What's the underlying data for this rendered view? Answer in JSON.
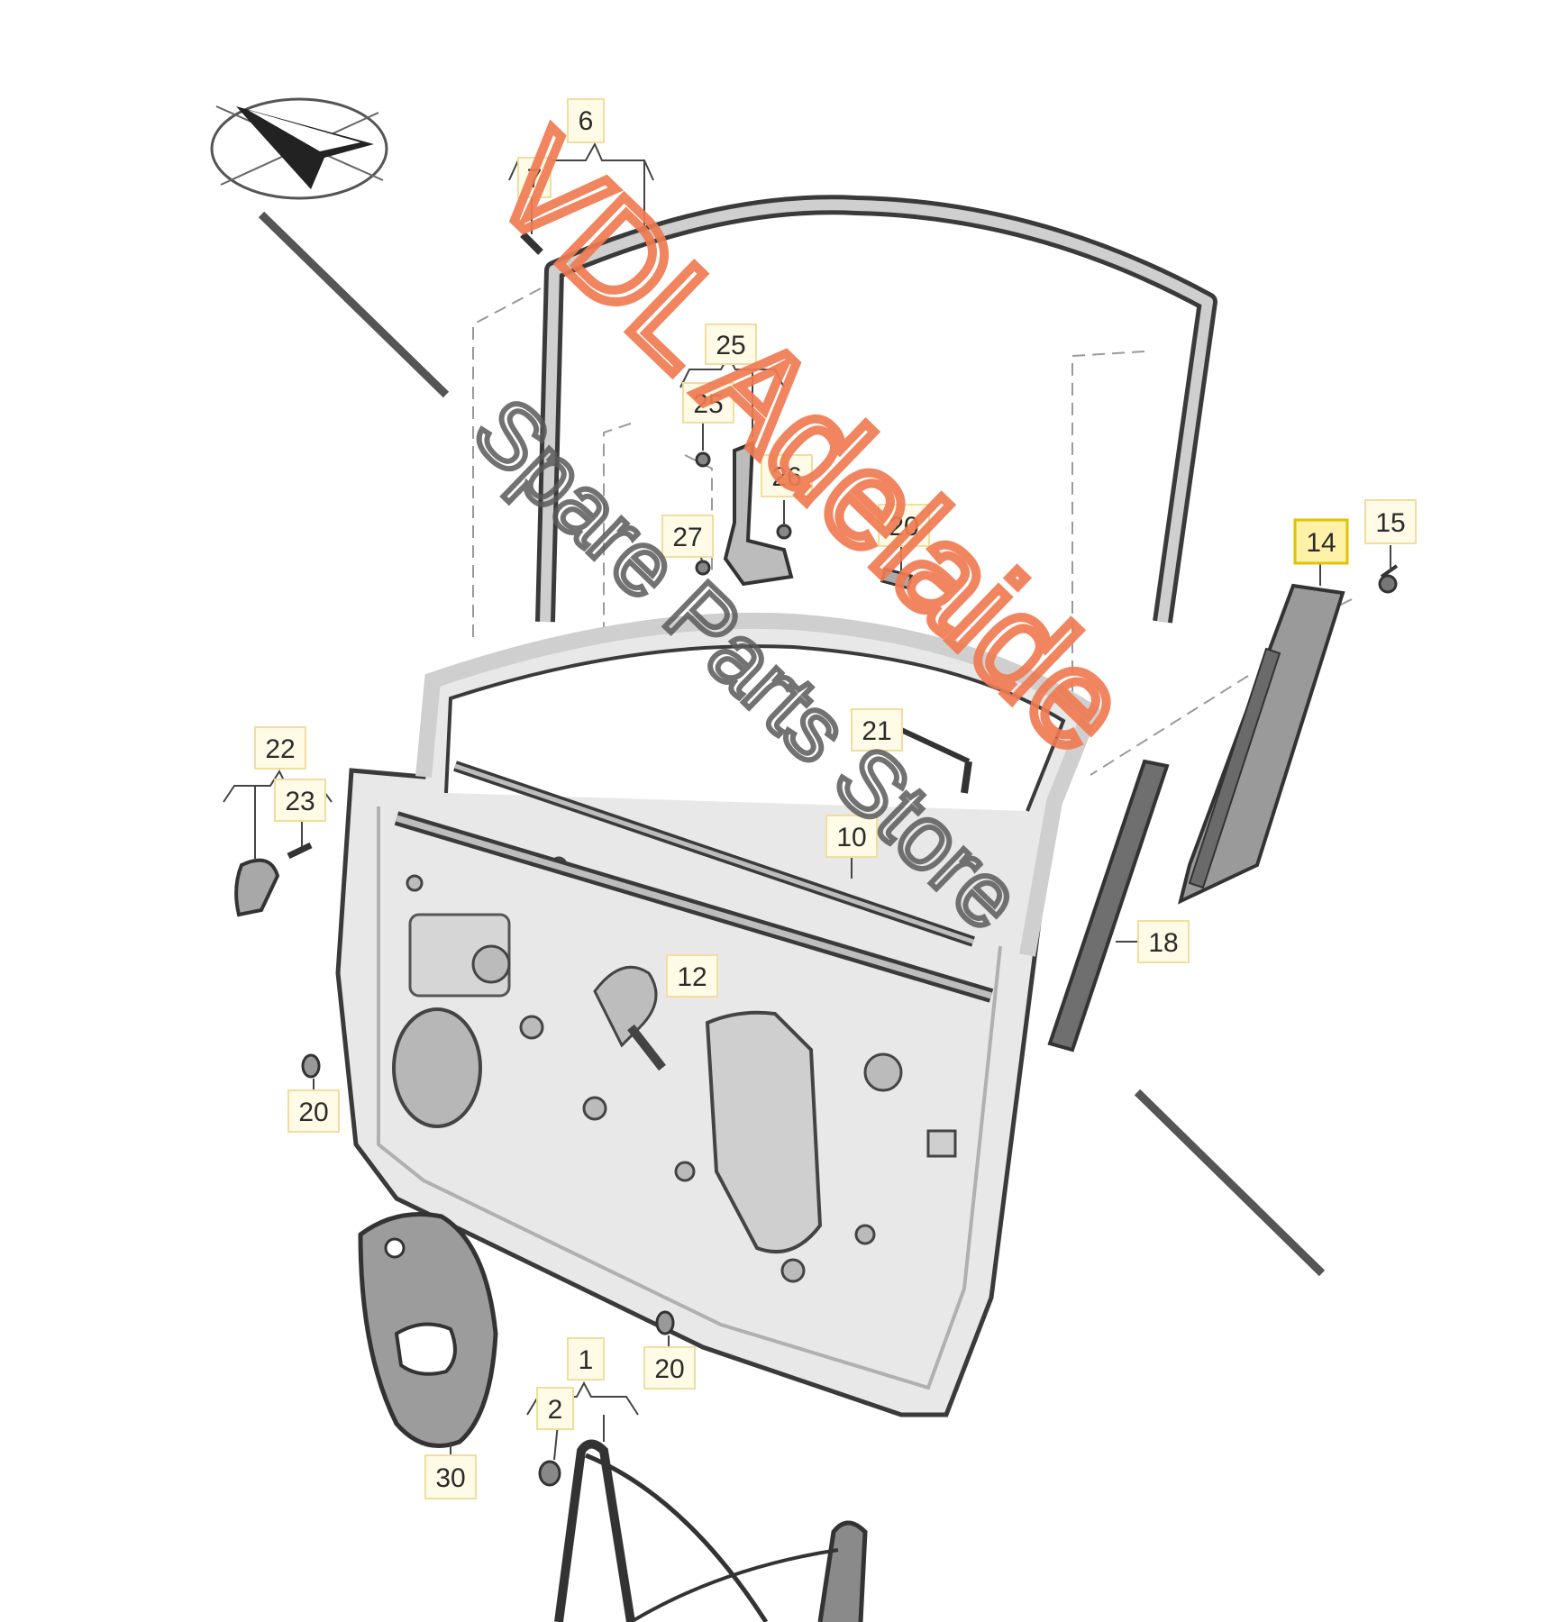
{
  "watermark": {
    "line1": "VDL Adelaide",
    "line2": "Spare Parts Store"
  },
  "callouts": [
    {
      "id": "c6",
      "label": "6"
    },
    {
      "id": "c7",
      "label": "7"
    },
    {
      "id": "c25a",
      "label": "25"
    },
    {
      "id": "c25b",
      "label": "25"
    },
    {
      "id": "c26",
      "label": "26"
    },
    {
      "id": "c27",
      "label": "27"
    },
    {
      "id": "c20a",
      "label": "20"
    },
    {
      "id": "c14",
      "label": "14",
      "highlighted": true
    },
    {
      "id": "c15",
      "label": "15"
    },
    {
      "id": "c21",
      "label": "21"
    },
    {
      "id": "c10",
      "label": "10"
    },
    {
      "id": "c22",
      "label": "22"
    },
    {
      "id": "c23",
      "label": "23"
    },
    {
      "id": "c12",
      "label": "12"
    },
    {
      "id": "c18",
      "label": "18"
    },
    {
      "id": "c20b",
      "label": "20"
    },
    {
      "id": "c20c",
      "label": "20"
    },
    {
      "id": "c1",
      "label": "1"
    },
    {
      "id": "c2",
      "label": "2"
    },
    {
      "id": "c30",
      "label": "30"
    }
  ],
  "colors": {
    "highlight_fill": "#fff1a8",
    "highlight_stroke": "#e0c400",
    "label_bg": "#fffbe6",
    "watermark_orange": "#ef7b52",
    "door_fill": "#e8e8e8",
    "line": "#3a3a3a"
  },
  "icons": {
    "orientation": "direction-arrow-icon"
  }
}
